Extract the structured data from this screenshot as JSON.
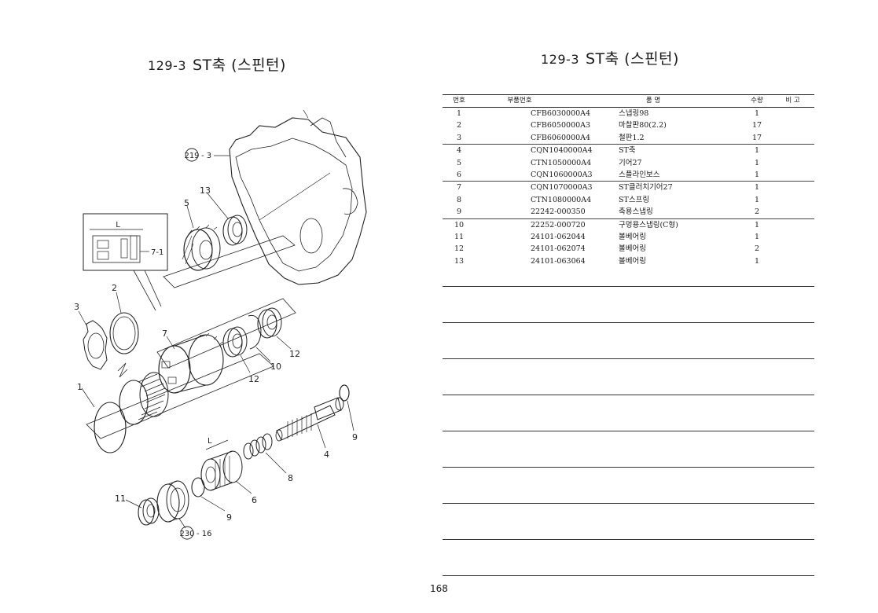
{
  "titles": {
    "left": {
      "code": "129-3",
      "text": "ST축 (스핀턴)"
    },
    "right": {
      "code": "129-3",
      "text": "ST축 (스핀턴)"
    }
  },
  "table": {
    "headers": {
      "no": "번호",
      "part_no": "부품번호",
      "name": "품        명",
      "qty": "수량",
      "remark": "비  고"
    },
    "rows": [
      {
        "no": "1",
        "part_no": "CFB6030000A4",
        "name": "스냅링98",
        "qty": "1"
      },
      {
        "no": "2",
        "part_no": "CFB6050000A3",
        "name": "마찰판80(2.2)",
        "qty": "17"
      },
      {
        "no": "3",
        "part_no": "CFB6060000A4",
        "name": "철판1.2",
        "qty": "17"
      },
      {
        "no": "4",
        "part_no": "CQN1040000A4",
        "name": "ST축",
        "qty": "1"
      },
      {
        "no": "5",
        "part_no": "CTN1050000A4",
        "name": "기어27",
        "qty": "1"
      },
      {
        "no": "6",
        "part_no": "CQN1060000A3",
        "name": "스플라인보스",
        "qty": "1"
      },
      {
        "no": "7",
        "part_no": "CQN1070000A3",
        "name": "ST클러치기어27",
        "qty": "1"
      },
      {
        "no": "8",
        "part_no": "CTN1080000A4",
        "name": "ST스프링",
        "qty": "1"
      },
      {
        "no": "9",
        "part_no": "22242-000350",
        "name": "축용스냅링",
        "qty": "2"
      },
      {
        "no": "10",
        "part_no": "22252-000720",
        "name": "구멍용스냅링(C형)",
        "qty": "1"
      },
      {
        "no": "11",
        "part_no": "24101-062044",
        "name": "볼베어링",
        "qty": "1"
      },
      {
        "no": "12",
        "part_no": "24101-062074",
        "name": "볼베어링",
        "qty": "2"
      },
      {
        "no": "13",
        "part_no": "24101-063064",
        "name": "볼베어링",
        "qty": "1"
      }
    ]
  },
  "diagram": {
    "callouts": {
      "ref_219": "219",
      "ref_219_suffix": "- 3",
      "ref_230": "230",
      "ref_230_suffix": "- 16",
      "l1": "L",
      "l2": "L",
      "n7_1": "7-1",
      "n1": "1",
      "n2": "2",
      "n3": "3",
      "n4": "4",
      "n5": "5",
      "n6": "6",
      "n7": "7",
      "n8": "8",
      "n9a": "9",
      "n9b": "9",
      "n10": "10",
      "n11": "11",
      "n12a": "12",
      "n12b": "12",
      "n13": "13"
    }
  },
  "page_number": "168"
}
